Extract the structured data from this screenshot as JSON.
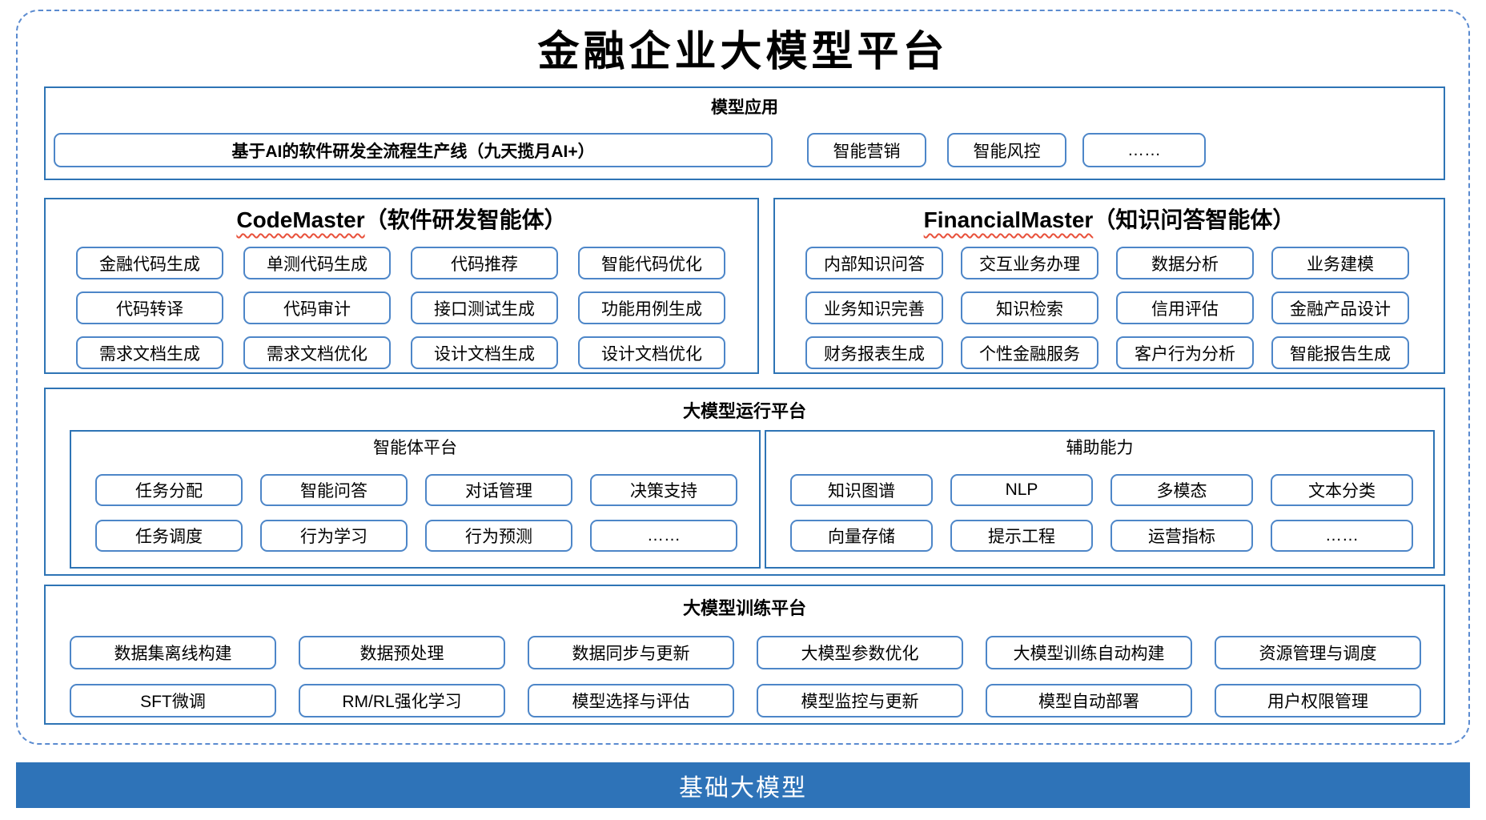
{
  "page": {
    "title": "金融企业大模型平台"
  },
  "colors": {
    "section_border": "#2e74b5",
    "chip_border": "#4d86c8",
    "dashed_border": "#5b8bd0",
    "base_bar_bg": "#2e73b8",
    "wavy_underline": "#e8503a"
  },
  "model_app": {
    "title": "模型应用",
    "pipeline": "基于AI的软件研发全流程生产线（九天揽月AI+）",
    "items": [
      "智能营销",
      "智能风控",
      "……"
    ]
  },
  "codemaster": {
    "name_en": "CodeMaster",
    "name_zh": "（软件研发智能体）",
    "rows": [
      [
        "金融代码生成",
        "单测代码生成",
        "代码推荐",
        "智能代码优化"
      ],
      [
        "代码转译",
        "代码审计",
        "接口测试生成",
        "功能用例生成"
      ],
      [
        "需求文档生成",
        "需求文档优化",
        "设计文档生成",
        "设计文档优化"
      ]
    ]
  },
  "financialmaster": {
    "name_en": "FinancialMaster",
    "name_zh": "（知识问答智能体）",
    "rows": [
      [
        "内部知识问答",
        "交互业务办理",
        "数据分析",
        "业务建模"
      ],
      [
        "业务知识完善",
        "知识检索",
        "信用评估",
        "金融产品设计"
      ],
      [
        "财务报表生成",
        "个性金融服务",
        "客户行为分析",
        "智能报告生成"
      ]
    ]
  },
  "runtime": {
    "title": "大模型运行平台",
    "agent": {
      "title": "智能体平台",
      "rows": [
        [
          "任务分配",
          "智能问答",
          "对话管理",
          "决策支持"
        ],
        [
          "任务调度",
          "行为学习",
          "行为预测",
          "……"
        ]
      ]
    },
    "aux": {
      "title": "辅助能力",
      "rows": [
        [
          "知识图谱",
          "NLP",
          "多模态",
          "文本分类"
        ],
        [
          "向量存储",
          "提示工程",
          "运营指标",
          "……"
        ]
      ]
    }
  },
  "training": {
    "title": "大模型训练平台",
    "rows": [
      [
        "数据集离线构建",
        "数据预处理",
        "数据同步与更新",
        "大模型参数优化",
        "大模型训练自动构建",
        "资源管理与调度"
      ],
      [
        "SFT微调",
        "RM/RL强化学习",
        "模型选择与评估",
        "模型监控与更新",
        "模型自动部署",
        "用户权限管理"
      ]
    ]
  },
  "base_model": {
    "title": "基础大模型"
  }
}
